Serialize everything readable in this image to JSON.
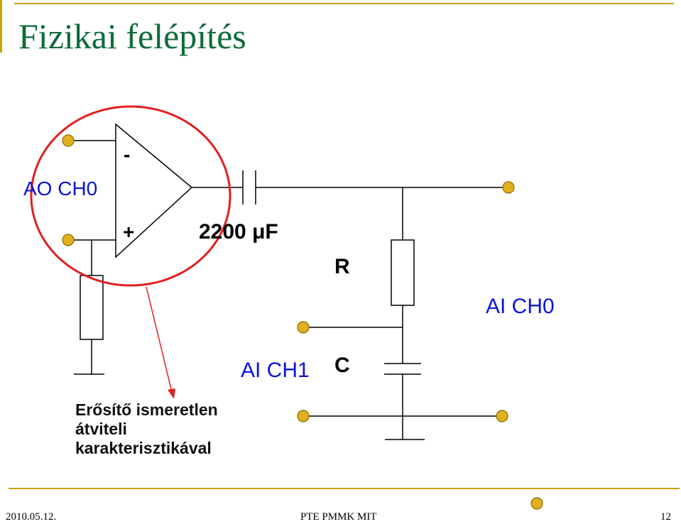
{
  "title": "Fizikai felépítés",
  "labels": {
    "ao_ch0": "AO CH0",
    "minus": "-",
    "plus": "+",
    "capacitance": "2200 μF",
    "resistor": "R",
    "ai_ch0": "AI CH0",
    "ai_ch1": "AI CH1",
    "capacitor": "C"
  },
  "annotation": {
    "line1": "Erősítő ismeretlen",
    "line2": "átviteli",
    "line3": "karakterisztikával"
  },
  "footer": {
    "date": "2010.05.12.",
    "org": "PTE PMMK MIT",
    "page": "12"
  },
  "colors": {
    "title": "#0e6b3a",
    "accent": "#c8a200",
    "terminal": "#e0b020",
    "highlight": "#e02020",
    "label_blue": "#0a14d6"
  }
}
